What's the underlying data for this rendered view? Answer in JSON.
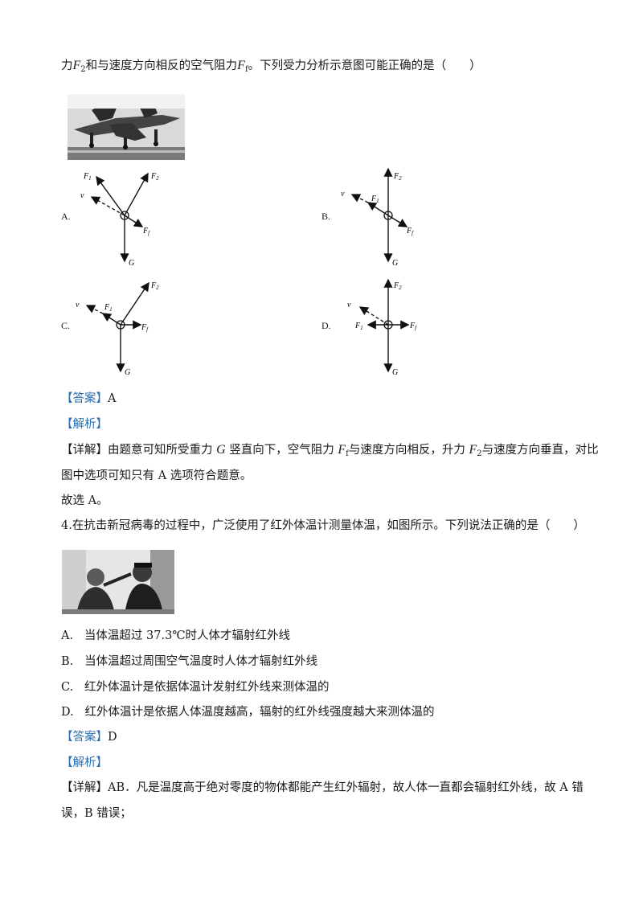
{
  "q3": {
    "intro_pre": "力",
    "F2_italic": "F",
    "F2_sub": "2",
    "intro_mid": "和与速度方向相反的空气阻力",
    "Ff_italic": "F",
    "Ff_sub": "f",
    "intro_post": "。下列受力分析示意图可能正确的是（　　）",
    "options": [
      {
        "label": "A.",
        "labels": {
          "F1": "F1",
          "F2": "F2",
          "v": "v",
          "Ff": "Ff",
          "G": "G"
        }
      },
      {
        "label": "B.",
        "labels": {
          "F1": "F1",
          "F2": "F2",
          "v": "v",
          "Ff": "Ff",
          "G": "G"
        }
      },
      {
        "label": "C.",
        "labels": {
          "F1": "F1",
          "F2": "F2",
          "v": "v",
          "Ff": "Ff",
          "G": "G"
        }
      },
      {
        "label": "D.",
        "labels": {
          "F1": "F1",
          "F2": "F2",
          "v": "v",
          "Ff": "Ff",
          "G": "G"
        }
      }
    ],
    "answer_tag": "【答案】",
    "answer": "A",
    "analysis_tag": "【解析】",
    "detail_tag": "【详解】",
    "detail_1a": "由题意可知所受重力",
    "detail_G": "G",
    "detail_1b": "竖直向下，空气阻力",
    "detail_Ff": "F",
    "detail_Ff_sub": "f",
    "detail_1c": "与速度方向相反，升力",
    "detail_F2": "F",
    "detail_F2_sub": "2",
    "detail_1d": "与速度方向垂直，对比",
    "detail_2": "图中选项可知只有 A 选项符合题意。",
    "conclusion": "故选 A。"
  },
  "q4": {
    "stem": "4.在抗击新冠病毒的过程中，广泛使用了红外体温计测量体温，如图所示。下列说法正确的是（　　）",
    "options": [
      {
        "label": "A.",
        "text": "当体温超过 37.3℃时人体才辐射红外线"
      },
      {
        "label": "B.",
        "text": "当体温超过周围空气温度时人体才辐射红外线"
      },
      {
        "label": "C.",
        "text": "红外体温计是依据体温计发射红外线来测体温的"
      },
      {
        "label": "D.",
        "text": "红外体温计是依据人体温度越高，辐射的红外线强度越大来测体温的"
      }
    ],
    "answer_tag": "【答案】",
    "answer": "D",
    "analysis_tag": "【解析】",
    "detail_tag": "【详解】",
    "detail_1": "AB．凡是温度高于绝对零度的物体都能产生红外辐射，故人体一直都会辐射红外线，故 A 错",
    "detail_2": "误，B 错误；"
  }
}
